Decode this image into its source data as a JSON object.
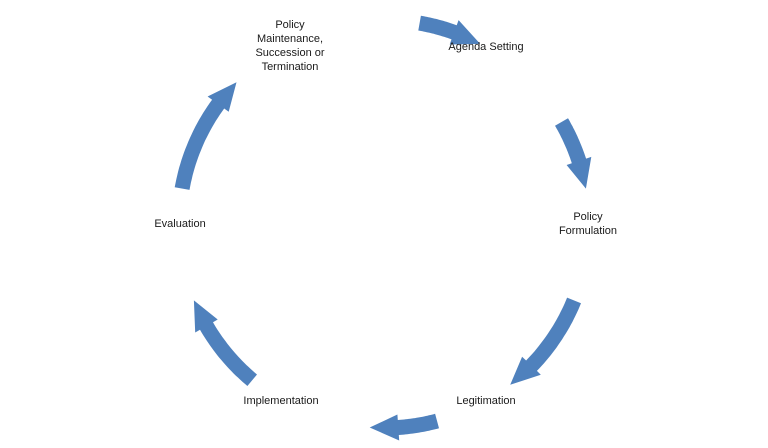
{
  "diagram": {
    "arrow_color": "#4f81bd",
    "stages": [
      {
        "label": "Policy\nMaintenance,\nSuccession or\nTermination"
      },
      {
        "label": "Agenda Setting"
      },
      {
        "label": "Policy\nFormulation"
      },
      {
        "label": "Legitimation"
      },
      {
        "label": "Implementation"
      },
      {
        "label": "Evaluation"
      }
    ]
  }
}
